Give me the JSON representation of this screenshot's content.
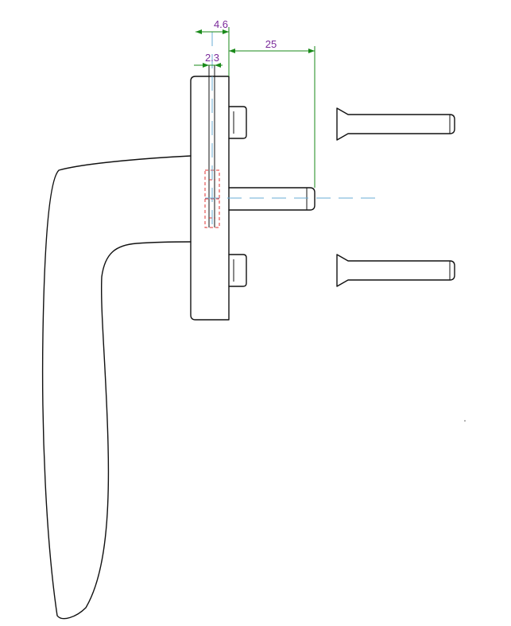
{
  "drawing": {
    "dimensions": {
      "dim_a": "4.6",
      "dim_b": "2.3",
      "dim_c": "25"
    },
    "colors": {
      "outline": "#111111",
      "dimension_line": "#1a8a1a",
      "dimension_text": "#7a2a9a",
      "centerline": "#6aaed6",
      "hidden_feature": "#e03030"
    }
  }
}
